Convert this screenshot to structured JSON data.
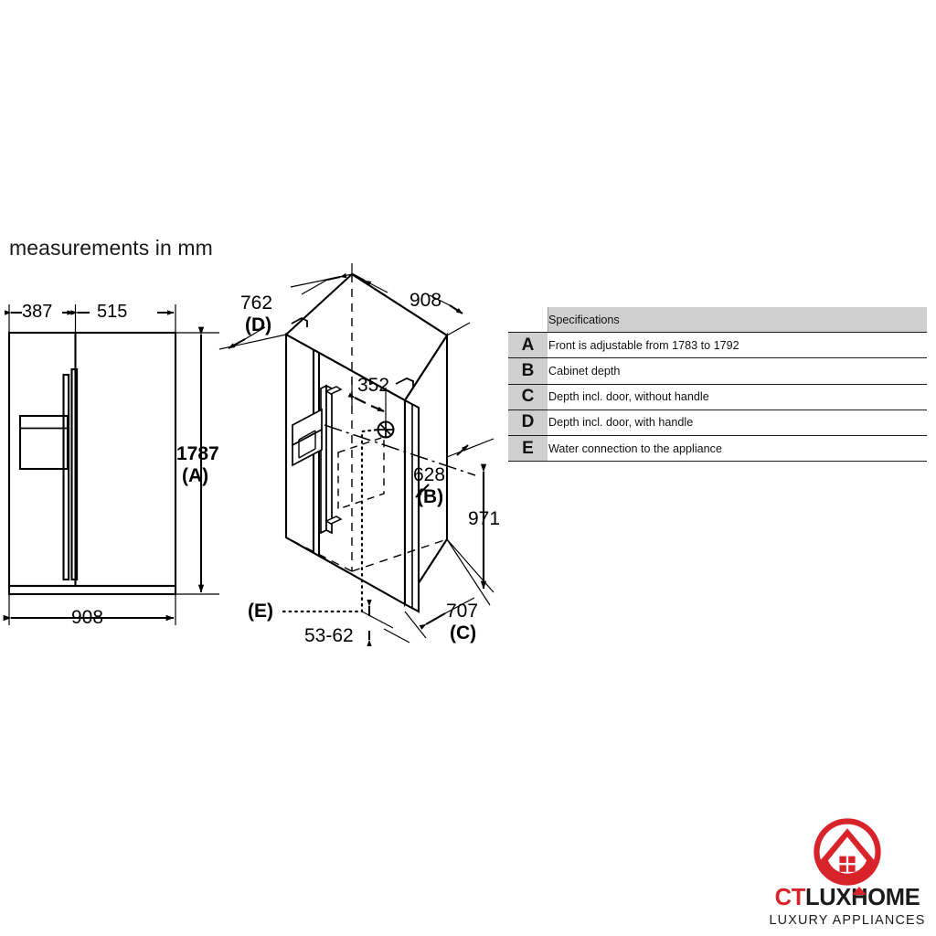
{
  "caption": "measurements in mm",
  "front_view": {
    "dim_left_door_width": "387",
    "dim_right_door_width": "515",
    "dim_height": "1787",
    "dim_height_ref": "(A)",
    "dim_total_width": "908"
  },
  "iso_view": {
    "dim_depth_with_handle": "762",
    "dim_depth_with_handle_ref": "(D)",
    "dim_top_width": "908",
    "dim_water_offset": "352",
    "dim_cabinet_depth": "628",
    "dim_cabinet_depth_ref": "(B)",
    "dim_side_height": "971",
    "dim_depth_no_handle": "707",
    "dim_depth_no_handle_ref": "(C)",
    "dim_water_height": "53-62",
    "water_ref": "(E)"
  },
  "spec_table": {
    "header": "Specifications",
    "rows": [
      {
        "key": "A",
        "desc": "Front is adjustable from 1783 to 1792"
      },
      {
        "key": "B",
        "desc": "Cabinet depth"
      },
      {
        "key": "C",
        "desc": "Depth incl. door, without handle"
      },
      {
        "key": "D",
        "desc": "Depth incl. door, with handle"
      },
      {
        "key": "E",
        "desc": "Water connection to the appliance"
      }
    ]
  },
  "logo": {
    "ct": "CT",
    "lux": "LUX",
    "h": "H",
    "ome": "OME",
    "tagline": "LUXURY APPLIANCES",
    "accent_color": "#d8232a",
    "text_color": "#1b1b1b"
  }
}
